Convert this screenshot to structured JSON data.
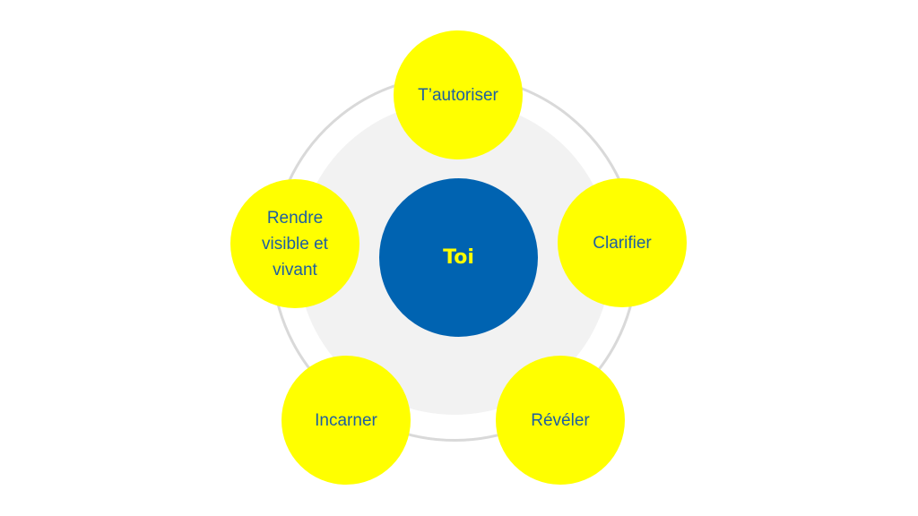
{
  "colors": {
    "ring_border": "#d9d9d9",
    "ring_fill": "#f2f2f2",
    "center_fill": "#0063b1",
    "center_text": "#ffff00",
    "node_fill": "#ffff00",
    "node_text": "#1f5fa0"
  },
  "center": {
    "label": "Toi"
  },
  "nodes": [
    {
      "label": "T’autoriser"
    },
    {
      "label": "Clarifier"
    },
    {
      "label": "Révéler"
    },
    {
      "label": "Incarner"
    },
    {
      "label": "Rendre\nvisible et\nvivant"
    }
  ]
}
